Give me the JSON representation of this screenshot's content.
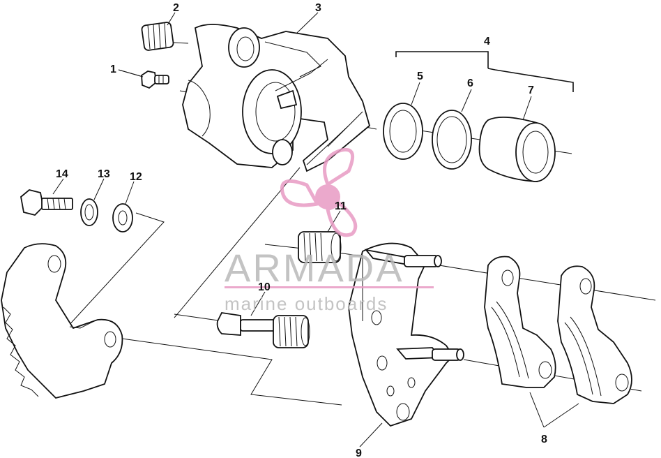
{
  "callouts": {
    "c1": "1",
    "c2": "2",
    "c3": "3",
    "c4": "4",
    "c5": "5",
    "c6": "6",
    "c7": "7",
    "c8": "8",
    "c9": "9",
    "c10": "10",
    "c11": "11",
    "c12": "12",
    "c13": "13",
    "c14": "14"
  },
  "watermark": {
    "brand": "ARMADA",
    "tagline": "marine outboards",
    "brand_color": "#e89bc4",
    "text_color": "#b9b9b9"
  }
}
